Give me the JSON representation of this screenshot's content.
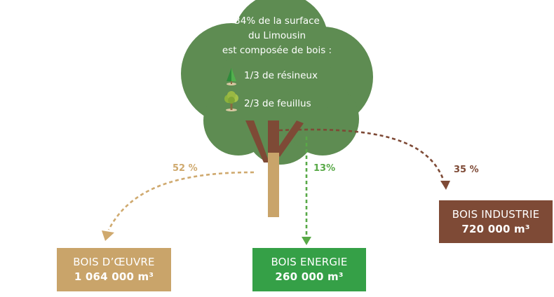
{
  "crown": {
    "line1": "34% de la surface",
    "line2": "du Limousin",
    "line3": "est composée de bois :",
    "softwood": {
      "label": "1/3 de résineux",
      "icon": "conifer-tree-icon"
    },
    "hardwood": {
      "label": "2/3 de feuillus",
      "icon": "deciduous-tree-icon"
    }
  },
  "flows": [
    {
      "id": "oeuvre",
      "percent": "52 %",
      "color": "#CFA96E"
    },
    {
      "id": "energie",
      "percent": "13%",
      "color": "#58A947"
    },
    {
      "id": "industrie",
      "percent": "35 %",
      "color": "#7E4A36"
    }
  ],
  "boxes": {
    "oeuvre": {
      "title": "BOIS D’ŒUVRE",
      "amount": "1 064 000 m³",
      "color": "#C9A46A"
    },
    "energie": {
      "title": "BOIS ENERGIE",
      "amount": "260 000 m³",
      "color": "#35A047"
    },
    "industrie": {
      "title": "BOIS INDUSTRIE",
      "amount": "720 000 m³",
      "color": "#7E4A36"
    }
  },
  "colors": {
    "crown": "#5E8C52",
    "trunk": "#C9A46A",
    "branch": "#7E4A36"
  }
}
